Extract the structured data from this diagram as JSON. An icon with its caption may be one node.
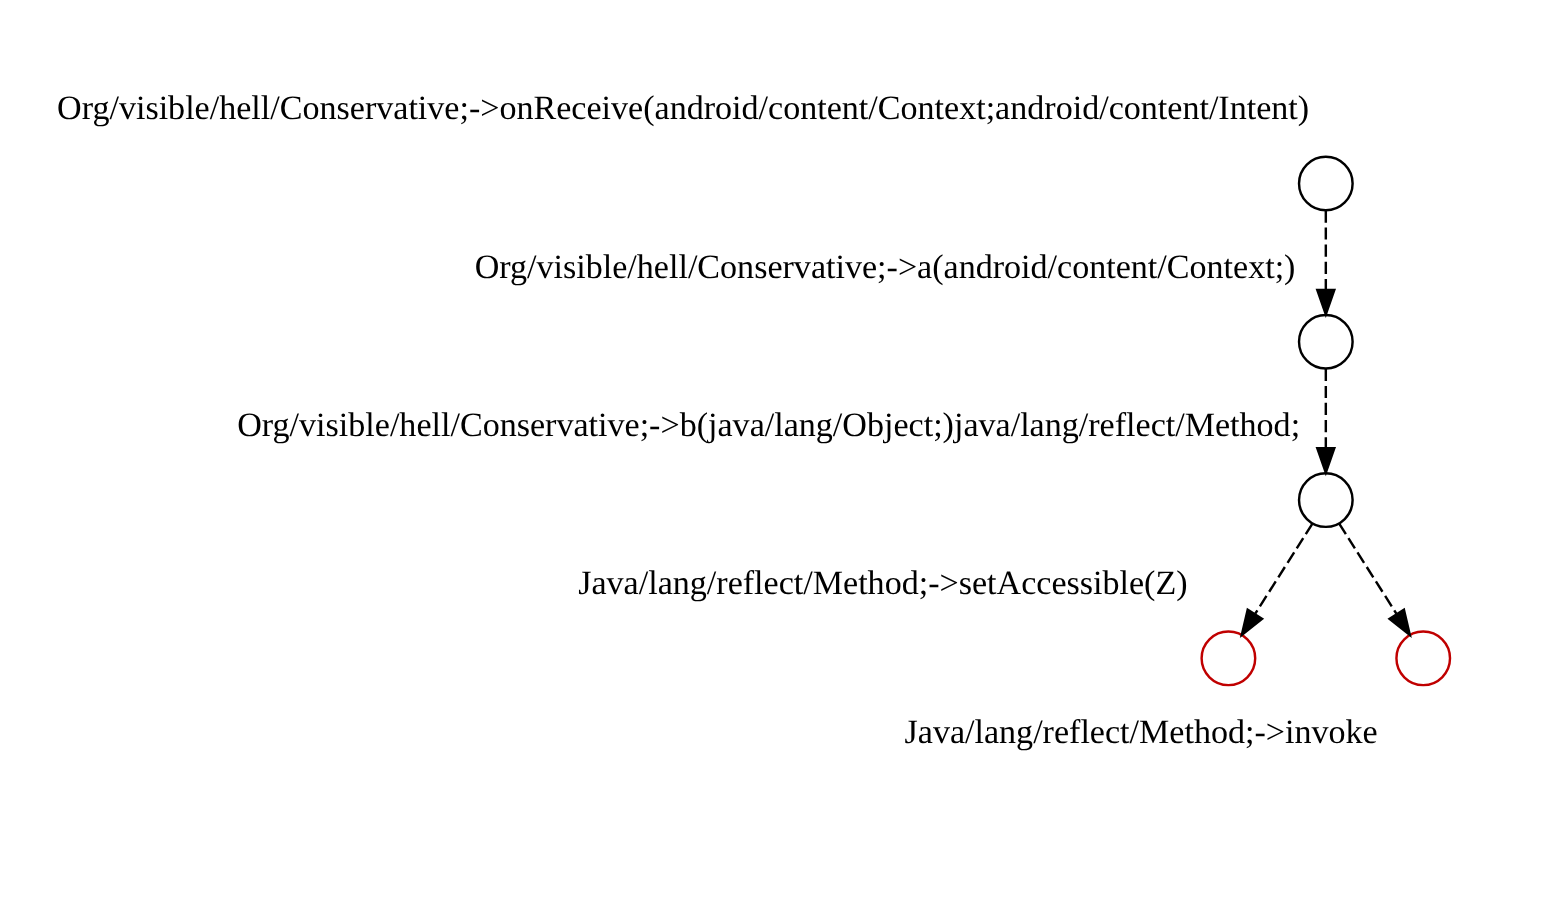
{
  "diagram": {
    "nodes": [
      {
        "text": [],
        "shape": "circle",
        "beside": [
          "Org/visible/hell/Conservative;->onReceive(android/content/Context;android/content/Intent)"
        ]
      },
      {
        "text": [],
        "shape": "circle",
        "beside": [
          "Org/visible/hell/Conservative;->a(android/content/Context;)"
        ]
      },
      {
        "text": [],
        "shape": "circle",
        "beside": [
          "Org/visible/hell/Conservative;->b(java/lang/Object;)java/lang/reflect/Method;"
        ]
      },
      {
        "text": [],
        "shape": "circle",
        "beside": [
          "Java/lang/reflect/Method;->setAccessible(Z)"
        ]
      },
      {
        "text": [],
        "shape": "circle",
        "beside": [
          "Java/lang/reflect/Method;->invoke"
        ]
      }
    ],
    "edges": [
      {
        "from": 0,
        "to": 1,
        "arrow": "to",
        "style": "dashed"
      },
      {
        "from": 1,
        "to": 2,
        "arrow": "to",
        "style": "dashed"
      },
      {
        "from": 2,
        "to": 3,
        "arrow": "to",
        "style": "dashed"
      },
      {
        "from": 2,
        "to": 4,
        "arrow": "to",
        "style": "dashed"
      }
    ]
  }
}
